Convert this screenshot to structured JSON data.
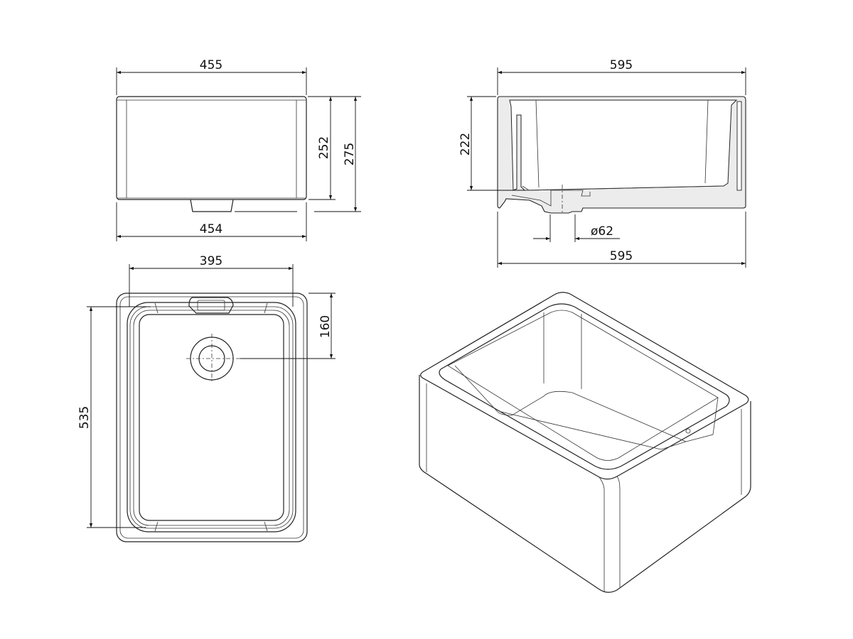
{
  "front_view": {
    "top_width": "455",
    "bottom_width": "454",
    "body_height": "252",
    "total_height": "275"
  },
  "side_view": {
    "top_length": "595",
    "bottom_length": "595",
    "bowl_depth": "222",
    "waste_diameter": "ø62"
  },
  "plan_view": {
    "bowl_width": "395",
    "length": "535",
    "waste_offset": "160"
  },
  "colors": {
    "line": "#222222",
    "section_fill": "#ececec",
    "background": "#ffffff"
  }
}
